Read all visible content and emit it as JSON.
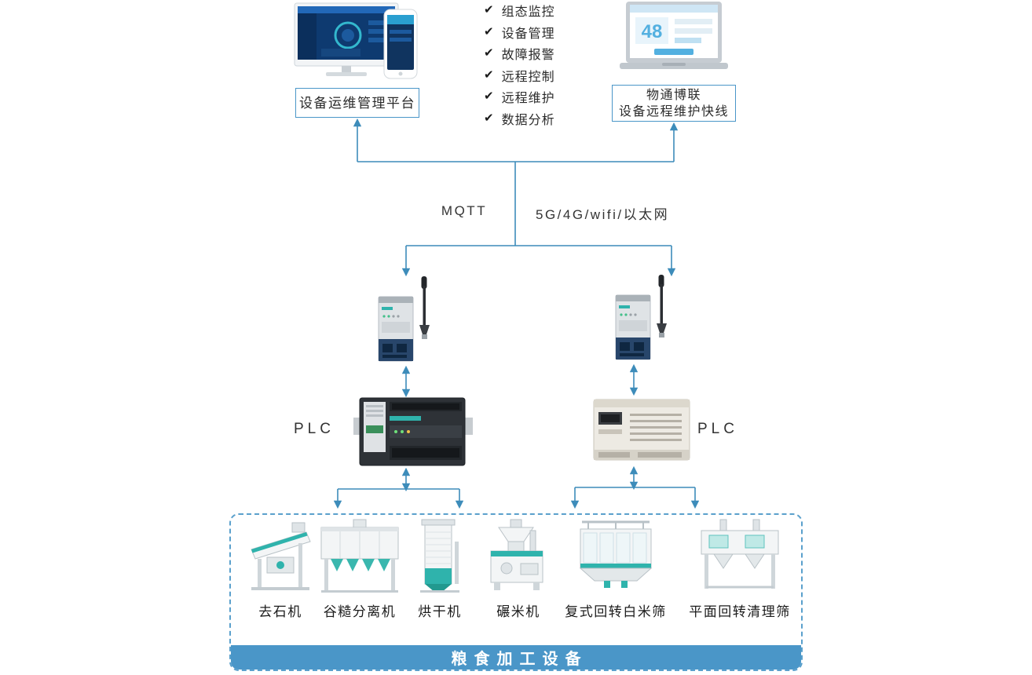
{
  "top": {
    "platform_label": "设备运维管理平台",
    "cloud_label_line1": "物通博联",
    "cloud_label_line2": "设备远程维护快线",
    "check_char": "✔",
    "features": [
      {
        "icon": "check-icon",
        "label": "组态监控"
      },
      {
        "icon": "check-icon",
        "label": "设备管理"
      },
      {
        "icon": "check-icon",
        "label": "故障报警"
      },
      {
        "icon": "check-icon",
        "label": "远程控制"
      },
      {
        "icon": "check-icon",
        "label": "远程维护"
      },
      {
        "icon": "check-icon",
        "label": "数据分析"
      }
    ]
  },
  "devices": {
    "laptop_screen_text": "48"
  },
  "network": {
    "left_protocol": "MQTT",
    "right_protocol": "5G/4G/wifi/以太网"
  },
  "plc": {
    "left_label": "PLC",
    "right_label": "PLC"
  },
  "machines": [
    {
      "name": "destoner",
      "label": "去石机"
    },
    {
      "name": "paddy-separator",
      "label": "谷糙分离机"
    },
    {
      "name": "dryer",
      "label": "烘干机"
    },
    {
      "name": "rice-mill",
      "label": "碾米机"
    },
    {
      "name": "compound-rotary-white-rice-sieve",
      "label": "复式回转白米筛"
    },
    {
      "name": "plane-rotary-cleaning-sieve",
      "label": "平面回转清理筛"
    }
  ],
  "banner": {
    "label": "粮食加工设备"
  },
  "colors": {
    "line": "#3d8cba",
    "border": "#4a96c8",
    "banner": "#4a96c8",
    "teal_accent": "#2fb3ac",
    "text": "#2b2b2b"
  }
}
